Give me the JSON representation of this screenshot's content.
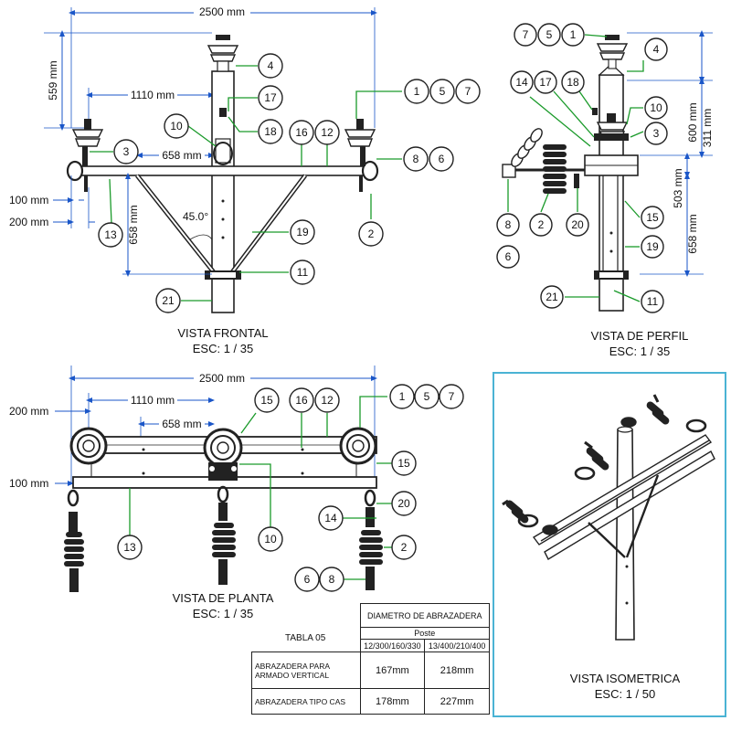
{
  "views": {
    "frontal": {
      "title": "VISTA FRONTAL",
      "scale": "ESC: 1 / 35"
    },
    "perfil": {
      "title": "VISTA DE PERFIL",
      "scale": "ESC: 1 / 35"
    },
    "planta": {
      "title": "VISTA DE PLANTA",
      "scale": "ESC: 1 / 35"
    },
    "isometrica": {
      "title": "VISTA ISOMETRICA",
      "scale": "ESC: 1 / 50"
    }
  },
  "dimensions": {
    "frontal": {
      "total_width": "2500 mm",
      "top_height": "559 mm",
      "half_span": "1110 mm",
      "clamp_span": "658 mm",
      "offset_100": "100 mm",
      "offset_200": "200 mm",
      "brace_drop": "658 mm",
      "angle": "45.0°"
    },
    "perfil": {
      "d600": "600 mm",
      "d311": "311 mm",
      "d503": "503 mm",
      "d658": "658 mm"
    },
    "planta": {
      "total_width": "2500 mm",
      "half_span": "1110 mm",
      "clamp_span": "658 mm",
      "offset_200": "200 mm",
      "offset_100": "100 mm"
    }
  },
  "callouts": {
    "frontal": [
      "4",
      "17",
      "18",
      "10",
      "3",
      "16",
      "12",
      "1",
      "5",
      "7",
      "8",
      "6",
      "2",
      "19",
      "11",
      "21",
      "13"
    ],
    "perfil": [
      "7",
      "5",
      "1",
      "4",
      "14",
      "17",
      "18",
      "10",
      "3",
      "8",
      "2",
      "6",
      "20",
      "15",
      "19",
      "21",
      "11"
    ],
    "planta": [
      "15",
      "16",
      "12",
      "1",
      "5",
      "7",
      "15",
      "20",
      "14",
      "2",
      "13",
      "10",
      "6",
      "8"
    ]
  },
  "table": {
    "label": "TABLA 05",
    "header": "DIAMETRO DE ABRAZADERA",
    "subheader": "Poste",
    "columns": [
      "12/300/160/330",
      "13/400/210/400"
    ],
    "rows": [
      {
        "name_line1": "ABRAZADERA PARA",
        "name_line2": "ARMADO VERTICAL",
        "values": [
          "167mm",
          "218mm"
        ]
      },
      {
        "name_line1": "ABRAZADERA TIPO CAS",
        "name_line2": "",
        "values": [
          "178mm",
          "227mm"
        ]
      }
    ]
  },
  "colors": {
    "callout_line": "#1a9a2a",
    "dim_line": "#1a56c8",
    "drawing": "#222222",
    "iso_border": "#4ab3d4"
  }
}
